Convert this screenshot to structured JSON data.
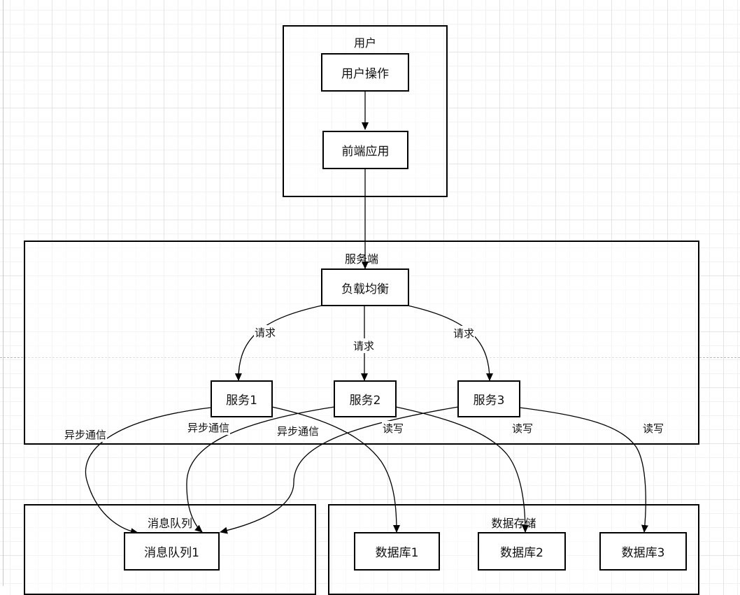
{
  "groups": {
    "user": "用户",
    "server": "服务端",
    "mq": "消息队列",
    "storage": "数据存储"
  },
  "nodes": {
    "user_action": "用户操作",
    "frontend": "前端应用",
    "load_balancer": "负载均衡",
    "service1": "服务1",
    "service2": "服务2",
    "service3": "服务3",
    "mq1": "消息队列1",
    "db1": "数据库1",
    "db2": "数据库2",
    "db3": "数据库3"
  },
  "edge_labels": {
    "request_1": "请求",
    "request_2": "请求",
    "request_3": "请求",
    "async_1": "异步通信",
    "async_2": "异步通信",
    "async_3": "异步通信",
    "rw_1": "读写",
    "rw_2": "读写",
    "rw_3": "读写"
  }
}
